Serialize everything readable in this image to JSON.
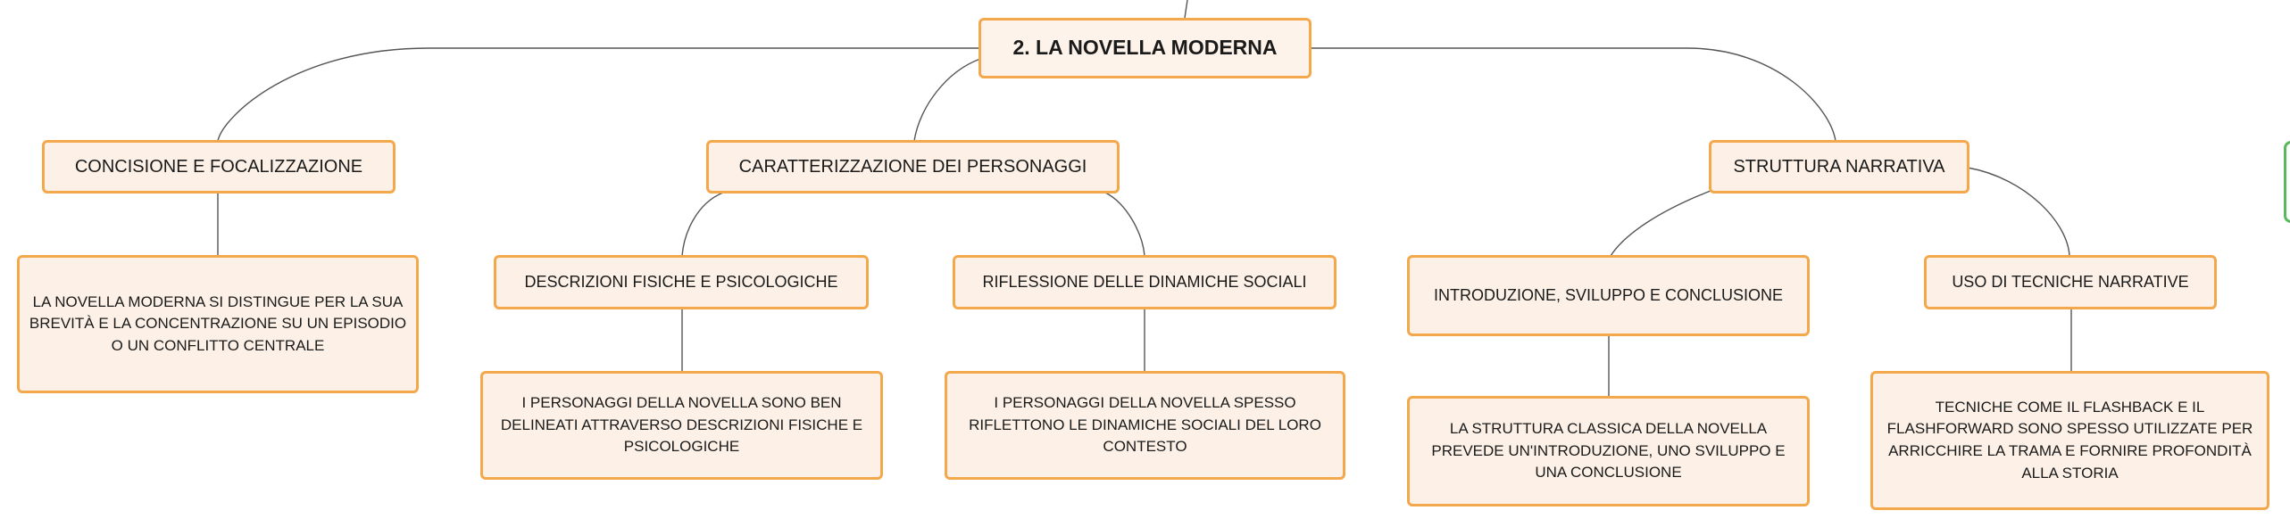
{
  "diagram": {
    "root": "2. LA NOVELLA MODERNA",
    "branches": [
      {
        "label": "CONCISIONE E FOCALIZZAZIONE",
        "detail": "LA NOVELLA MODERNA SI DISTINGUE PER LA SUA BREVITÀ E LA CONCENTRAZIONE SU UN EPISODIO O UN CONFLITTO CENTRALE"
      },
      {
        "label": "CARATTERIZZAZIONE DEI PERSONAGGI",
        "children": [
          {
            "label": "DESCRIZIONI FISICHE E PSICOLOGICHE",
            "detail": "I PERSONAGGI DELLA NOVELLA SONO BEN DELINEATI ATTRAVERSO DESCRIZIONI FISICHE E PSICOLOGICHE"
          },
          {
            "label": "RIFLESSIONE DELLE DINAMICHE SOCIALI",
            "detail": "I PERSONAGGI DELLA NOVELLA SPESSO RIFLETTONO LE DINAMICHE SOCIALI DEL LORO CONTESTO"
          }
        ]
      },
      {
        "label": "STRUTTURA NARRATIVA",
        "children": [
          {
            "label": "INTRODUZIONE, SVILUPPO E CONCLUSIONE",
            "detail": "LA STRUTTURA CLASSICA DELLA NOVELLA PREVEDE UN'INTRODUZIONE, UNO SVILUPPO E UNA CONCLUSIONE"
          },
          {
            "label": "USO DI TECNICHE NARRATIVE",
            "detail": "TECNICHE COME IL FLASHBACK E IL FLASHFORWARD SONO SPESSO UTILIZZATE PER ARRICCHIRE LA TRAMA E FORNIRE PROFONDITÀ ALLA STORIA"
          }
        ]
      }
    ]
  }
}
